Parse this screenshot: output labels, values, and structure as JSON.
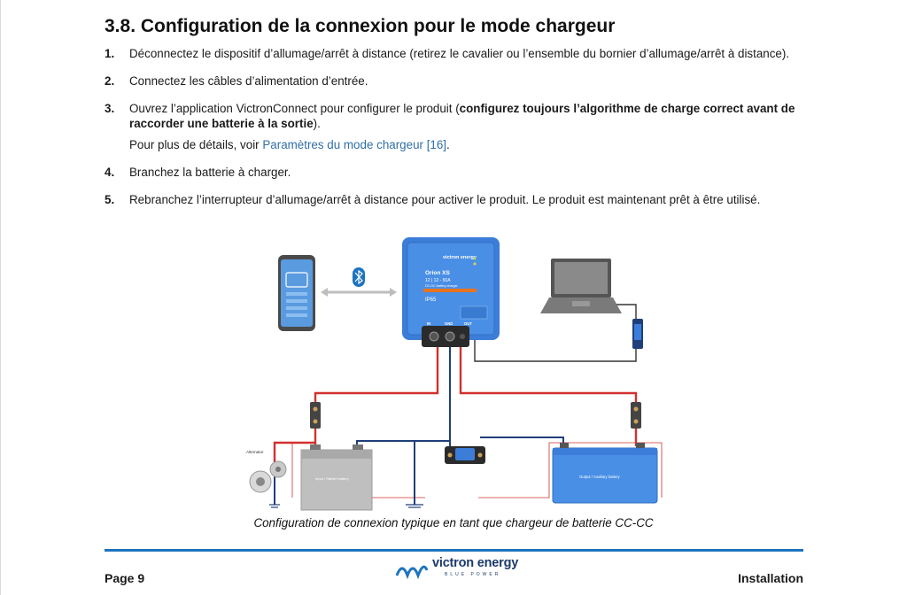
{
  "heading": "3.8. Configuration de la connexion pour le mode chargeur",
  "steps": [
    {
      "num": "1.",
      "text": "Déconnectez le dispositif d’allumage/arrêt à distance (retirez le cavalier ou l’ensemble du bornier d’allumage/arrêt à distance)."
    },
    {
      "num": "2.",
      "text": "Connectez les câbles d’alimentation d’entrée."
    },
    {
      "num": "3.",
      "text_before": "Ouvrez l’application VictronConnect pour configurer le produit (",
      "text_bold": "configurez toujours l’algorithme de charge correct avant de raccorder une batterie à la sortie",
      "text_after": ").",
      "extra_before": "Pour plus de détails, voir ",
      "extra_link": "Paramètres du mode chargeur [16]",
      "extra_after": "."
    },
    {
      "num": "4.",
      "text": "Branchez la batterie à charger."
    },
    {
      "num": "5.",
      "text": "Rebranchez l’interrupteur d’allumage/arrêt à distance pour activer le produit. Le produit est maintenant prêt à être utilisé."
    }
  ],
  "figure": {
    "charger_brand": "victron energy",
    "charger_model": "Orion XS",
    "charger_rating": "12 | 12 - 50A",
    "charger_type": "DC-DC battery charger",
    "charger_ip": "IP65",
    "terminals": [
      "IN",
      "GND",
      "OUT"
    ],
    "alternator_label": "Alternator",
    "input_battery_label": "Input / Starter battery",
    "output_battery_label": "Output / Auxiliary battery",
    "colors": {
      "victron_blue": "#3b7dd8",
      "positive": "#d0312d",
      "negative": "#1f3f7a",
      "orange": "#e8731c"
    }
  },
  "caption": "Configuration de connexion typique en tant que chargeur de batterie CC-CC",
  "footer": {
    "page": "Page 9",
    "section": "Installation",
    "logo_text": "victron energy",
    "logo_tagline": "BLUE POWER"
  }
}
